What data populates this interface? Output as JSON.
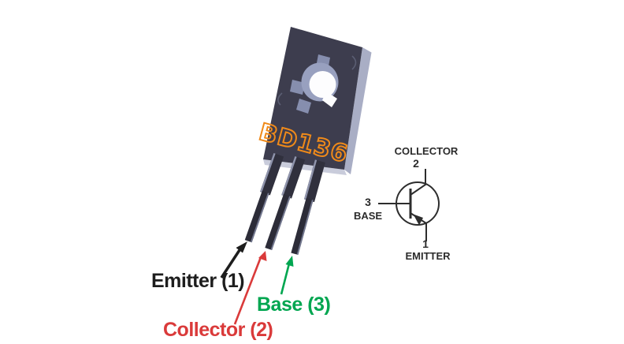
{
  "device": {
    "marking": "BD136",
    "marking_color": "#ef8a1a",
    "package_body_color": "#3d3d4e",
    "package_side_color": "#a9aec5"
  },
  "pins": [
    {
      "number": 1,
      "name": "Emitter",
      "label": "Emitter (1)",
      "arrow_color": "#1d1d1d",
      "arrow_icon": "arrow-up-right"
    },
    {
      "number": 2,
      "name": "Collector",
      "label": "Collector (2)",
      "arrow_color": "#da3a3a",
      "arrow_icon": "arrow-up-right"
    },
    {
      "number": 3,
      "name": "Base",
      "label": "Base (3)",
      "arrow_color": "#00a650",
      "arrow_icon": "arrow-up"
    }
  ],
  "symbol": {
    "type": "pnp-transistor-symbol",
    "line_color": "#2d2d2d",
    "collector_label": "COLLECTOR",
    "collector_pin": "2",
    "base_pin": "3",
    "base_label": "BASE",
    "emitter_pin": "1",
    "emitter_label": "EMITTER"
  },
  "colors": {
    "background": "#ffffff",
    "leg_dark": "#30303d",
    "hole_collar": "#98a0bf"
  }
}
